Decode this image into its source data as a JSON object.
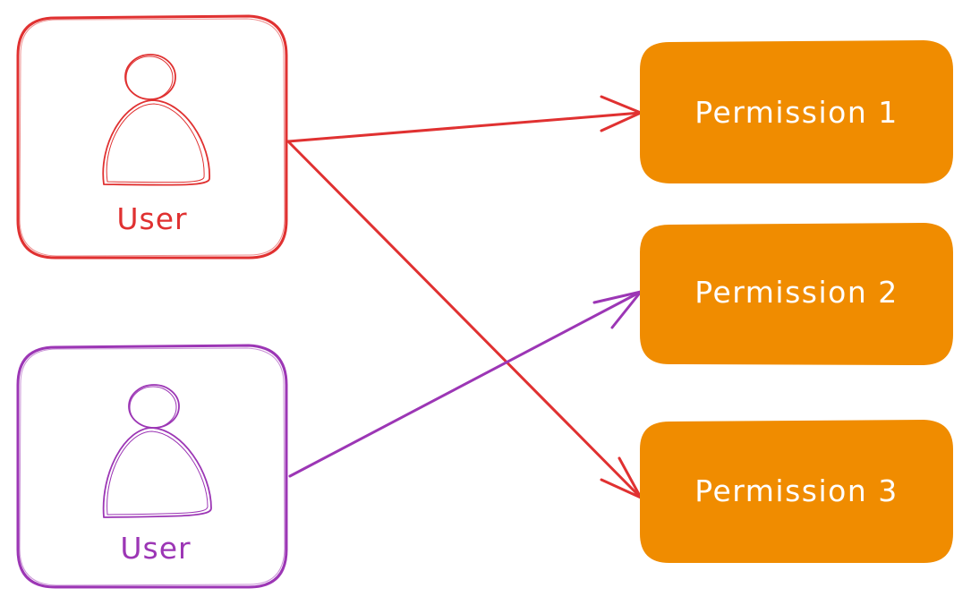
{
  "colors": {
    "user_a": "#e03131",
    "user_b": "#9c36b5",
    "permission_fill": "#f08c00",
    "permission_text": "#ffffff",
    "background": "#ffffff"
  },
  "users": [
    {
      "label": "User",
      "icon": "person-icon",
      "color": "#e03131"
    },
    {
      "label": "User",
      "icon": "person-icon",
      "color": "#9c36b5"
    }
  ],
  "permissions": [
    {
      "label": "Permission 1"
    },
    {
      "label": "Permission 2"
    },
    {
      "label": "Permission 3"
    }
  ],
  "connections": [
    {
      "from": "user-1",
      "to": "permission-1",
      "color": "#e03131"
    },
    {
      "from": "user-1",
      "to": "permission-3",
      "color": "#e03131"
    },
    {
      "from": "user-2",
      "to": "permission-2",
      "color": "#9c36b5"
    }
  ]
}
